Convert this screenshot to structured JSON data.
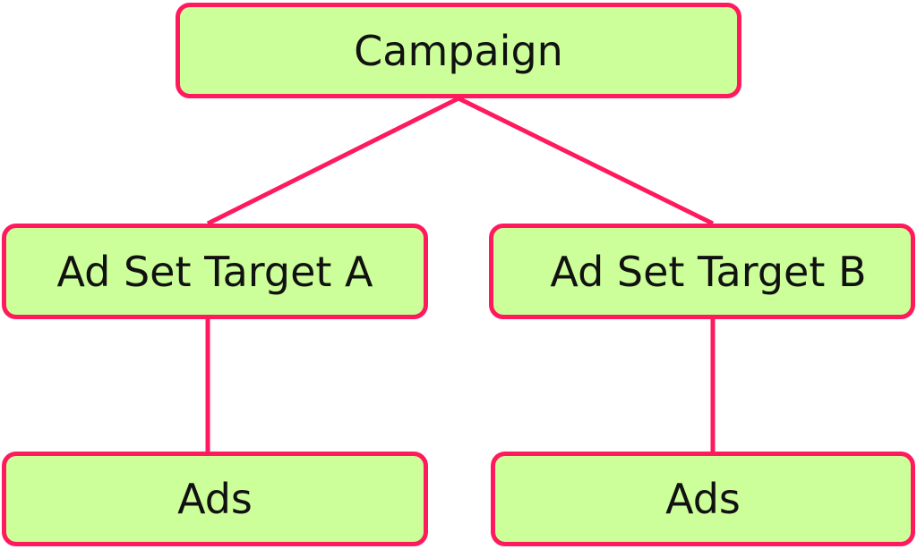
{
  "diagram": {
    "nodes": {
      "campaign": {
        "label": "Campaign"
      },
      "ad_set_a": {
        "label": "Ad Set Target A"
      },
      "ad_set_b": {
        "label": "Ad Set Target B"
      },
      "ads_a": {
        "label": "Ads"
      },
      "ads_b": {
        "label": "Ads"
      }
    },
    "edges": [
      {
        "from": "campaign",
        "to": "ad_set_a"
      },
      {
        "from": "campaign",
        "to": "ad_set_b"
      },
      {
        "from": "ad_set_a",
        "to": "ads_a"
      },
      {
        "from": "ad_set_b",
        "to": "ads_b"
      }
    ]
  },
  "colors": {
    "node_fill": "#ccff99",
    "node_border": "#ff1a5e",
    "connector": "#ff1a5e",
    "text": "#111111"
  }
}
